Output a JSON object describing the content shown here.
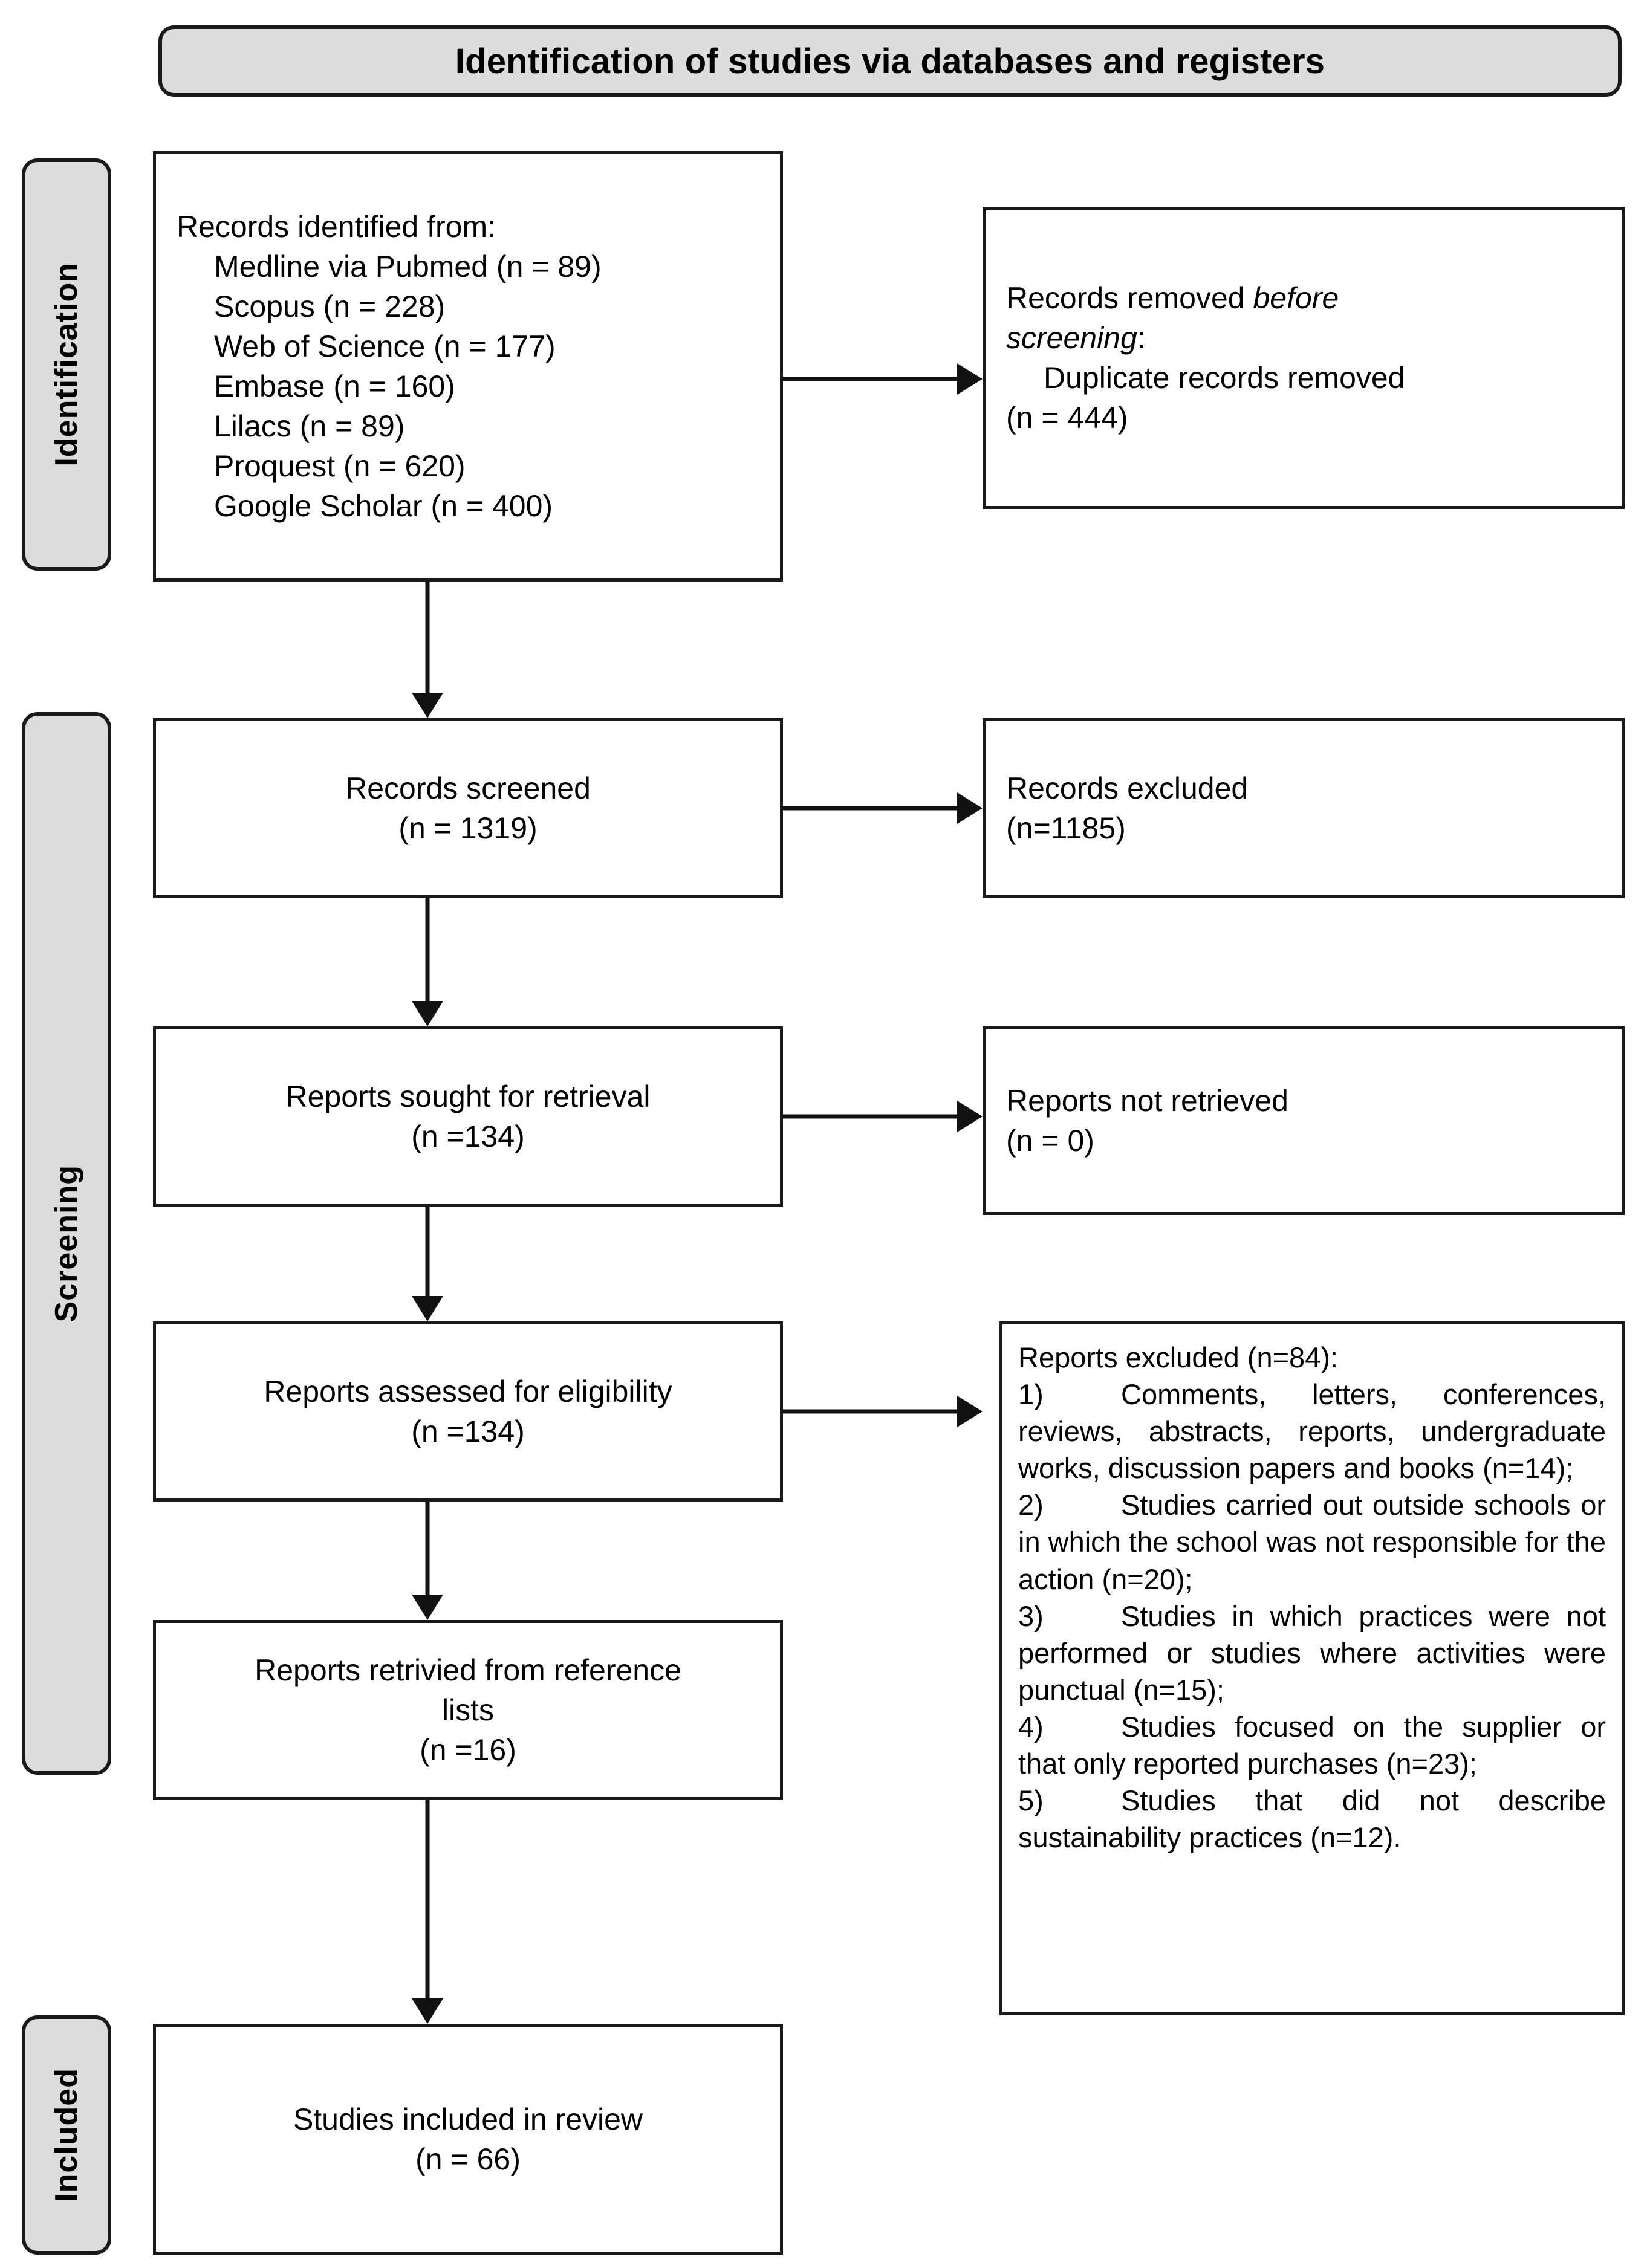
{
  "banner": {
    "title": "Identification of studies via databases and registers"
  },
  "stages": [
    {
      "label": "Identification"
    },
    {
      "label": "Screening"
    },
    {
      "label": "Included"
    }
  ],
  "boxes": {
    "identified": {
      "heading": "Records identified from:",
      "sources": [
        "Medline via Pubmed (n = 89)",
        "Scopus (n = 228)",
        "Web of Science (n = 177)",
        "Embase (n = 160)",
        "Lilacs (n = 89)",
        "Proquest (n = 620)",
        "Google Scholar (n = 400)"
      ]
    },
    "removed_before": {
      "line1_plain": "Records removed ",
      "line1_italic": "before",
      "line2_italic": "screening",
      "line2_plain": ":",
      "detail": "Duplicate records removed",
      "count": "(n = 444)"
    },
    "screened": {
      "label": "Records screened",
      "count": "(n = 1319)"
    },
    "excluded_records": {
      "label": "Records excluded",
      "count": "(n=1185)"
    },
    "sought": {
      "label": "Reports sought for retrieval",
      "count": "(n =134)"
    },
    "not_retrieved": {
      "label": "Reports not retrieved",
      "count": "(n = 0)"
    },
    "assessed": {
      "label": "Reports assessed for eligibility",
      "count": "(n =134)"
    },
    "reports_excluded": {
      "heading": "Reports excluded (n=84):",
      "reasons": [
        {
          "num": "1)",
          "text": "Comments, letters, conferences, reviews, abstracts, reports, undergraduate works, discussion papers and books (n=14);"
        },
        {
          "num": "2)",
          "text": "Studies carried out outside schools or in which the school was not responsible for the action (n=20);"
        },
        {
          "num": "3)",
          "text": "Studies in which practices were not performed or studies where activities were punctual (n=15);"
        },
        {
          "num": "4)",
          "text": "Studies focused on the supplier or that only reported purchases (n=23);"
        },
        {
          "num": "5)",
          "text": "Studies that did not describe sustainability practices (n=12)."
        }
      ]
    },
    "from_references": {
      "label_line1": "Reports retrivied from reference",
      "label_line2": "lists",
      "count": "(n =16)"
    },
    "included": {
      "label": "Studies included in review",
      "count": "(n = 66)"
    }
  },
  "colors": {
    "stage_fill": "#dcdcdc",
    "banner_fill": "#dcdcdc",
    "border": "#1a1a1a",
    "box_fill": "#ffffff",
    "text": "#000000"
  }
}
